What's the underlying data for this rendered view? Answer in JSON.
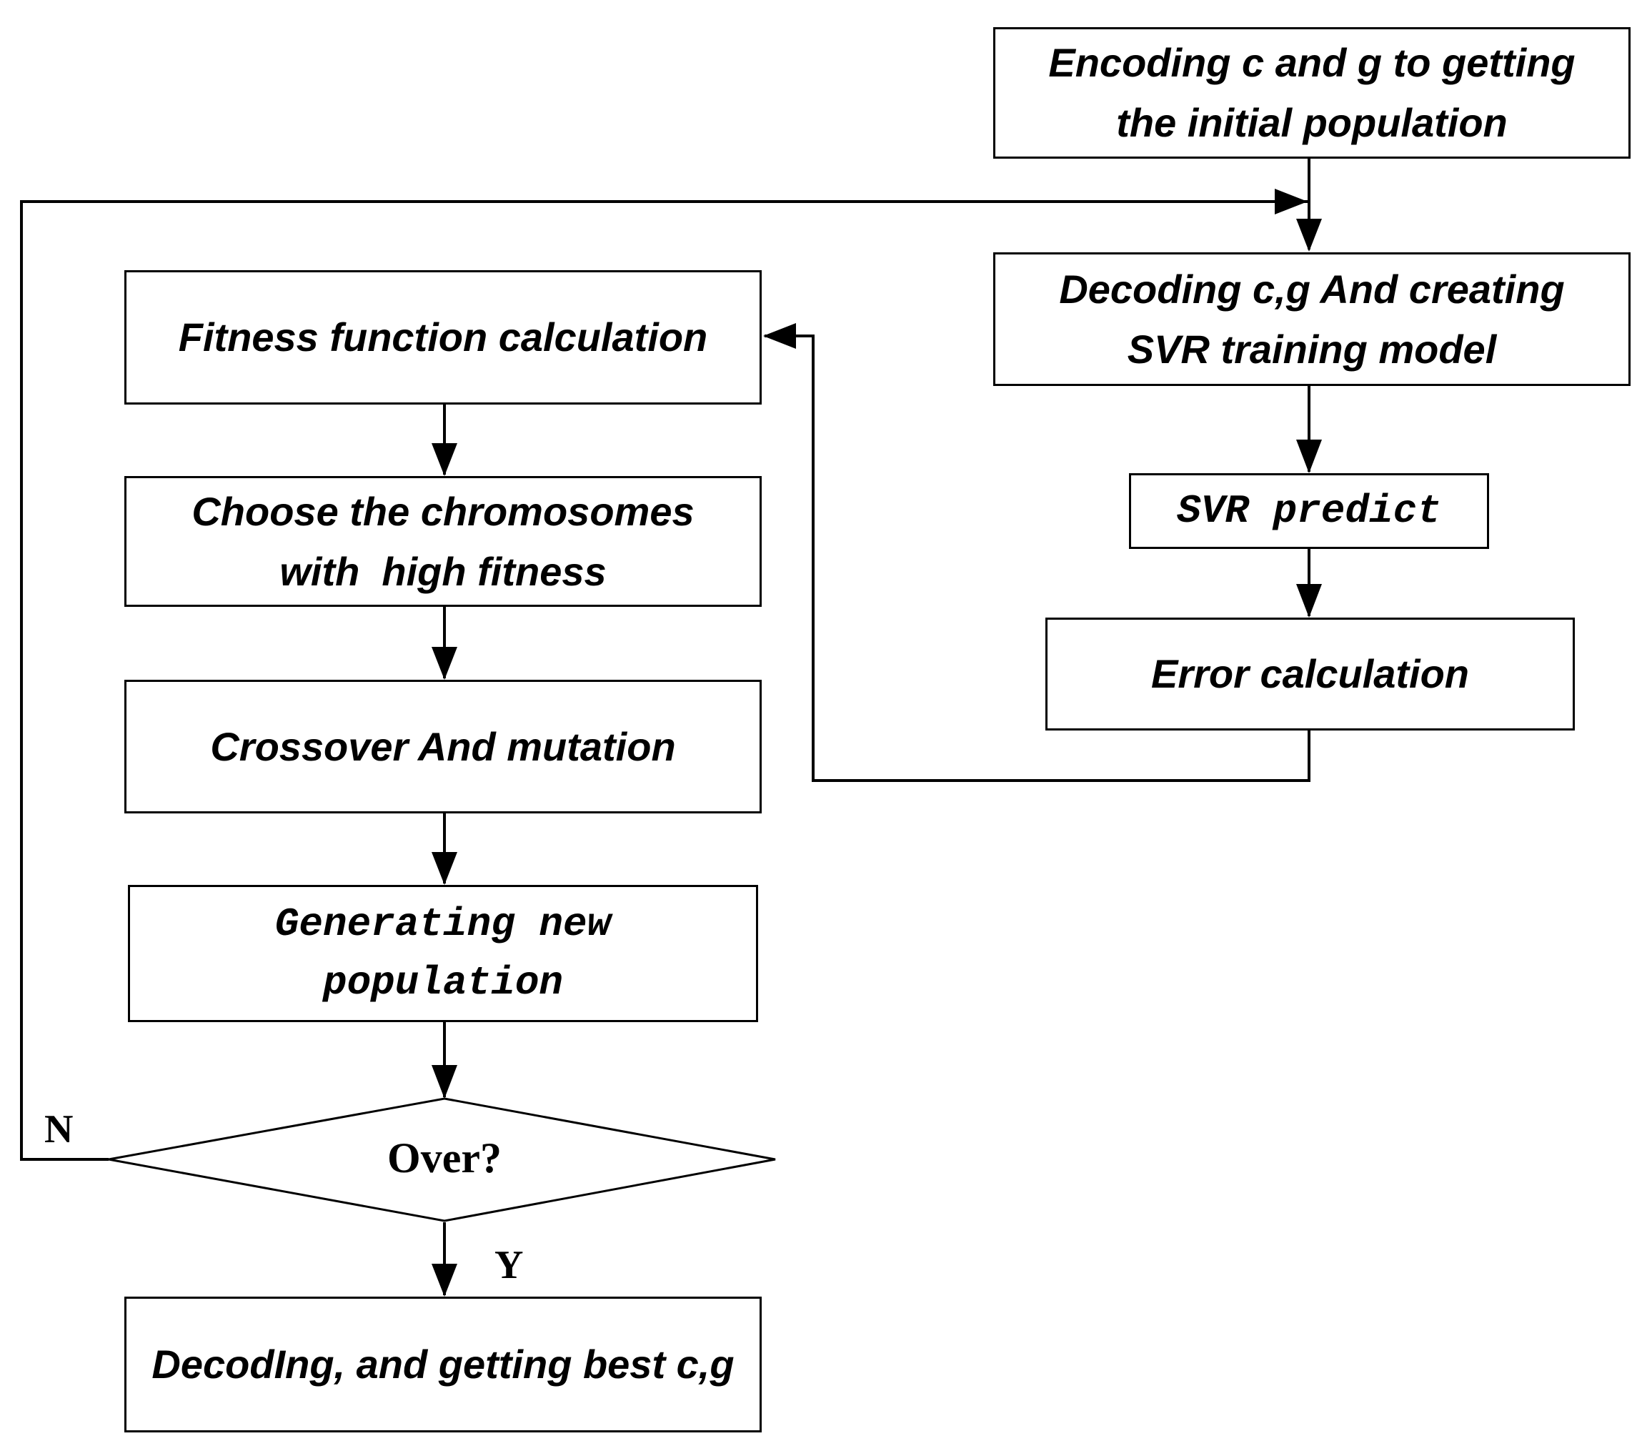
{
  "nodes": {
    "encode": {
      "text": "Encoding c and g to getting the initial population"
    },
    "decode_svr": {
      "text": "Decoding c,g And creating SVR training model"
    },
    "svr_predict": {
      "text": "SVR predict"
    },
    "error_calc": {
      "text": "Error calculation"
    },
    "fitness": {
      "text": "Fitness function calculation"
    },
    "choose": {
      "text": "Choose the chromosomes with  high fitness"
    },
    "crossover": {
      "text": "Crossover And mutation"
    },
    "generate": {
      "text": "Generating new population"
    },
    "over": {
      "text": "Over?"
    },
    "best": {
      "text": "DecodIng, and getting best c,g"
    }
  },
  "edge_labels": {
    "no": "N",
    "yes": "Y"
  },
  "colors": {
    "line": "#000000",
    "box_fill": "#ffffff",
    "background": "#ffffff"
  }
}
